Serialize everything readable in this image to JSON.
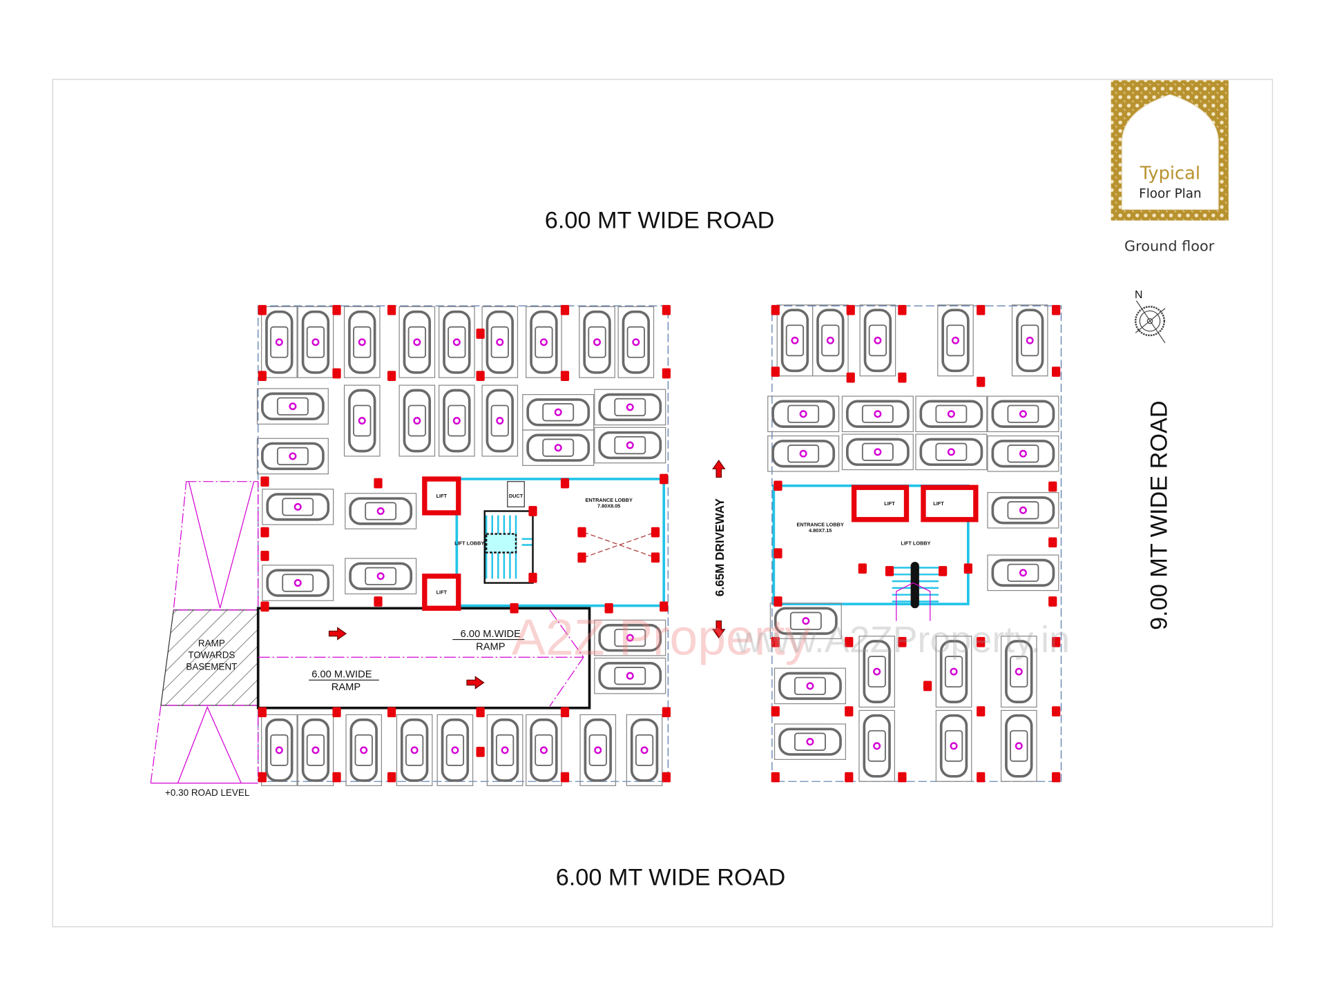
{
  "roads": {
    "top": "6.00 MT WIDE ROAD",
    "bottom": "6.00 MT WIDE ROAD",
    "right": "9.00 MT WIDE ROAD"
  },
  "badge": {
    "line1": "Typical",
    "line2": "Floor Plan",
    "floor": "Ground floor"
  },
  "compass": {
    "north": "N"
  },
  "driveway": "6.65M DRIVEWAY",
  "ramps": {
    "upper_title": "6.00 M.WIDE",
    "upper_sub": "RAMP",
    "lower_title": "6.00 M.WIDE",
    "lower_sub": "RAMP",
    "basement": [
      "RAMP",
      "TOWARDS",
      "BASEMENT"
    ],
    "road_level": "+0.30 ROAD LEVEL"
  },
  "rooms": {
    "left_lobby": [
      "ENTRANCE LOBBY",
      "7.80X8.05"
    ],
    "right_lobby": [
      "ENTRANCE LOBBY",
      "4.80X7.15"
    ],
    "lift": "LIFT",
    "lift_lobby": "LIFT LOBBY",
    "duct": "DUCT"
  },
  "watermark": {
    "brand": "A2Z Property",
    "url": "www.A2ZProperty.in"
  },
  "colors": {
    "column": "#e8000b",
    "glazing": "#22c4e8",
    "accent_gold": "#b8922e",
    "stair_magenta": "#d400d4",
    "car_gray": "#6a6a6a"
  }
}
